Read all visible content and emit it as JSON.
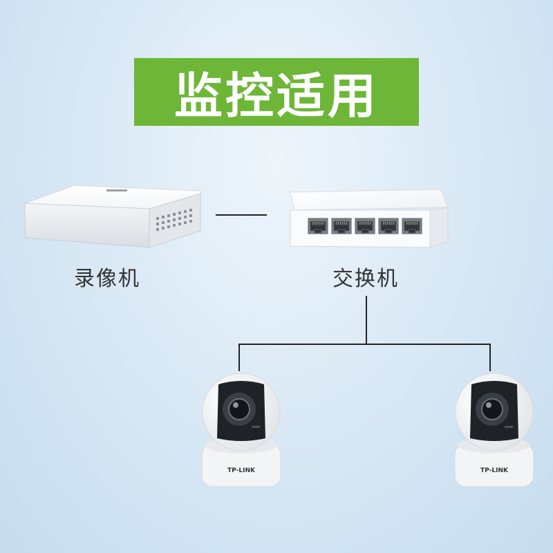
{
  "banner": {
    "title": "监控适用",
    "color": "#6db637"
  },
  "devices": {
    "recorder": {
      "label": "录像机",
      "icon": "nvr-recorder-icon"
    },
    "switch": {
      "label": "交换机",
      "icon": "network-switch-icon",
      "port_count": 5
    },
    "cameras": [
      {
        "brand": "TP-LINK",
        "icon": "ip-camera-icon"
      },
      {
        "brand": "TP-LINK",
        "icon": "ip-camera-icon"
      }
    ]
  }
}
